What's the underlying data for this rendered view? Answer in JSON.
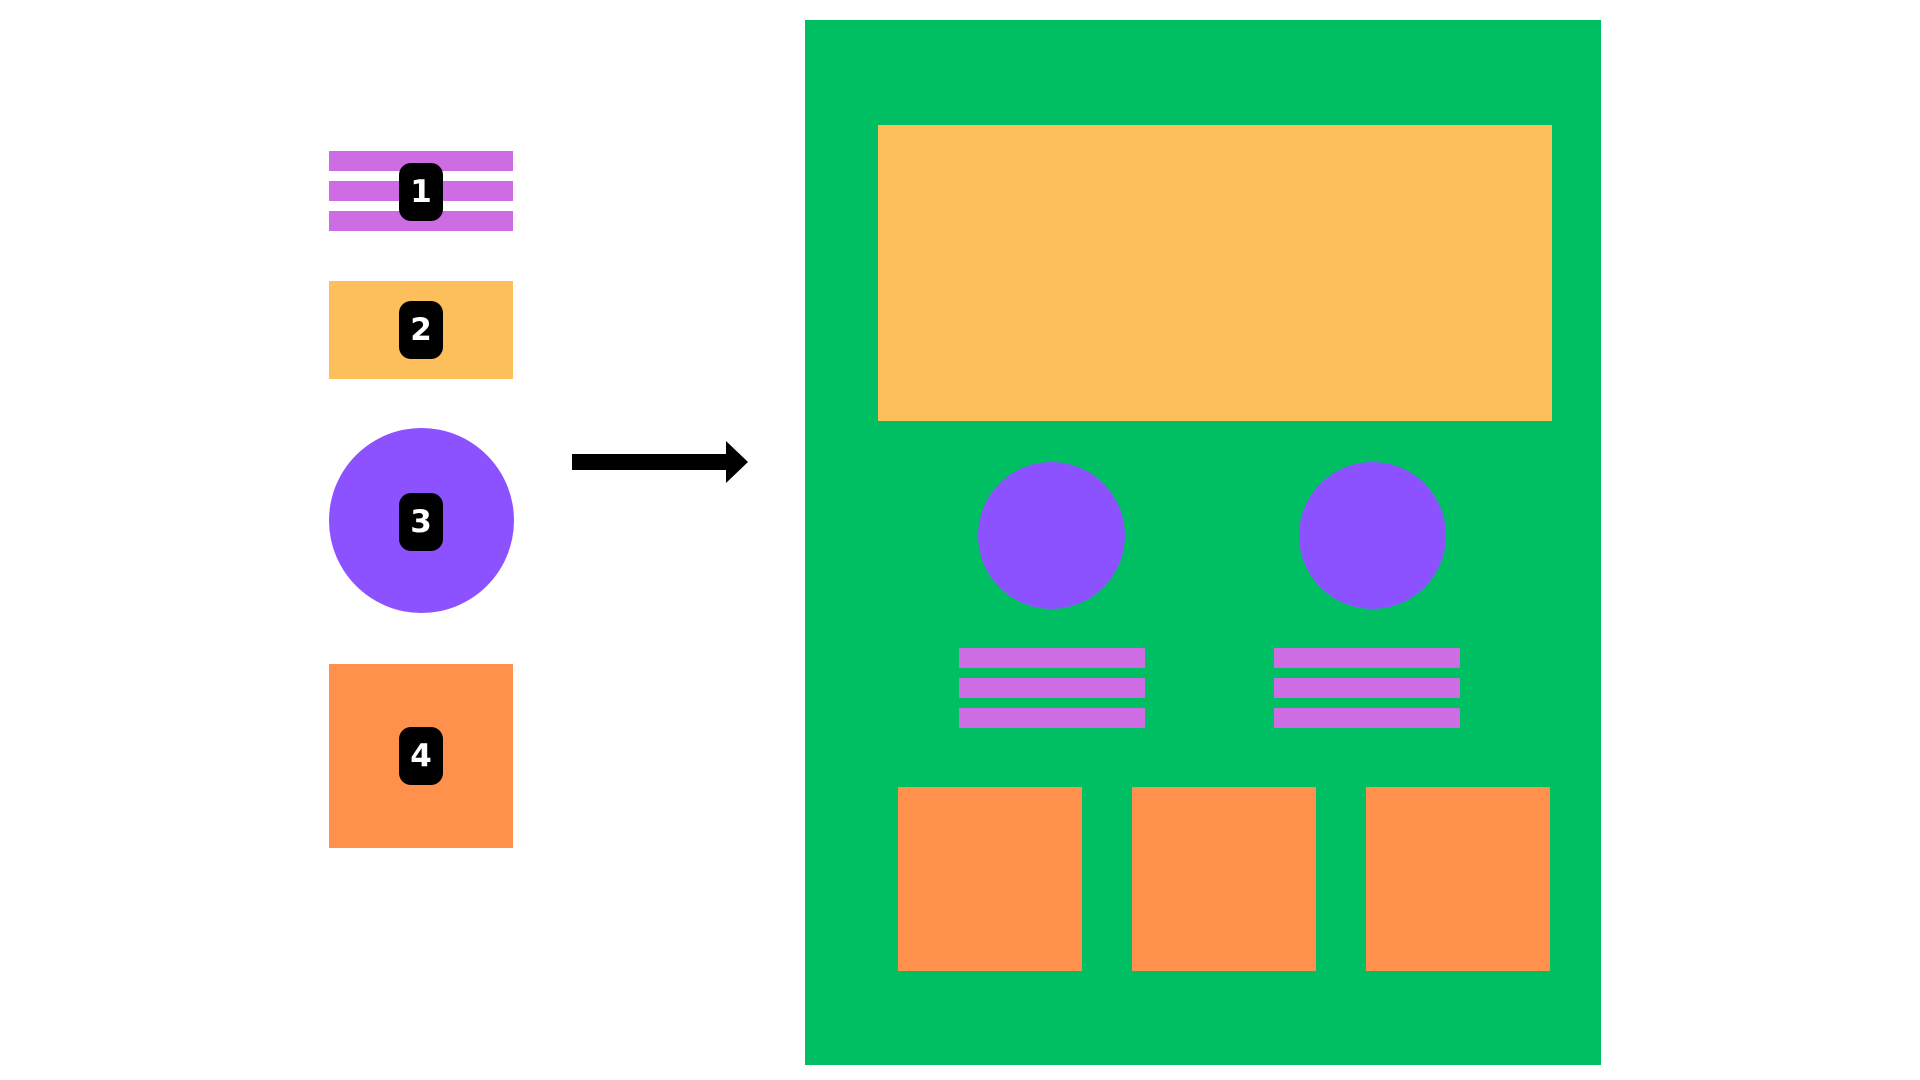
{
  "colors": {
    "background": "#ffffff",
    "lines": "#cd6ce3",
    "rectangle": "#fdbe5c",
    "circle": "#8c52ff",
    "square": "#ff914d",
    "frame": "#00bf63",
    "badge": "#000000",
    "arrow": "#000000"
  },
  "legend": {
    "items": [
      {
        "number": "1",
        "shape": "text-lines"
      },
      {
        "number": "2",
        "shape": "rectangle"
      },
      {
        "number": "3",
        "shape": "circle"
      },
      {
        "number": "4",
        "shape": "square"
      }
    ]
  },
  "arrow": {
    "icon": "right-arrow-icon"
  },
  "layout": {
    "hero_count": 1,
    "circle_count": 2,
    "text_line_groups": 2,
    "square_count": 3
  }
}
